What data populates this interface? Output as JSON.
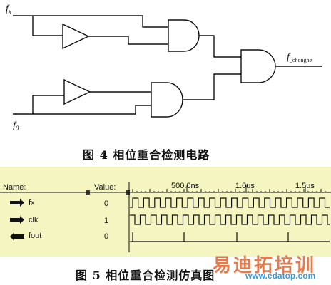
{
  "figure4": {
    "caption": "图 4   相位重合检测电路",
    "inputs": {
      "fx": "f",
      "fx_sub": "x",
      "f0": "f",
      "f0_sub": "0"
    },
    "output": {
      "f": "f",
      "sub": "_chonghe"
    }
  },
  "figure5": {
    "caption": "图 5   相位重合检测仿真图",
    "header": {
      "name": "Name:",
      "value": "Value:"
    },
    "time_labels": [
      "500.0ns",
      "1.0us",
      "1.5us"
    ],
    "signals": [
      {
        "name": "fx",
        "value": "0"
      },
      {
        "name": "clk",
        "value": "1"
      },
      {
        "name": "fout",
        "value": "0"
      }
    ]
  },
  "watermark": {
    "text": "易迪拓培训",
    "url": "www.edatop.com"
  },
  "colors": {
    "line": "#111111",
    "sim_bg": "#f5f5c2",
    "watermark_cn": "#e07040",
    "watermark_url": "#3a9ae0"
  }
}
